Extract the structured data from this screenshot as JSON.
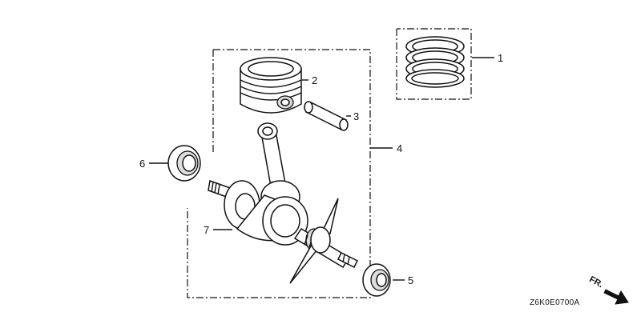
{
  "callouts": [
    {
      "id": "1",
      "label": "1"
    },
    {
      "id": "2",
      "label": "2"
    },
    {
      "id": "3",
      "label": "3"
    },
    {
      "id": "4",
      "label": "4"
    },
    {
      "id": "5",
      "label": "5"
    },
    {
      "id": "6",
      "label": "6"
    },
    {
      "id": "7",
      "label": "7"
    }
  ],
  "direction_label": "FR.",
  "diagram_code": "Z6K0E0700A",
  "icons": {
    "direction": "front-direction-arrow-icon"
  }
}
